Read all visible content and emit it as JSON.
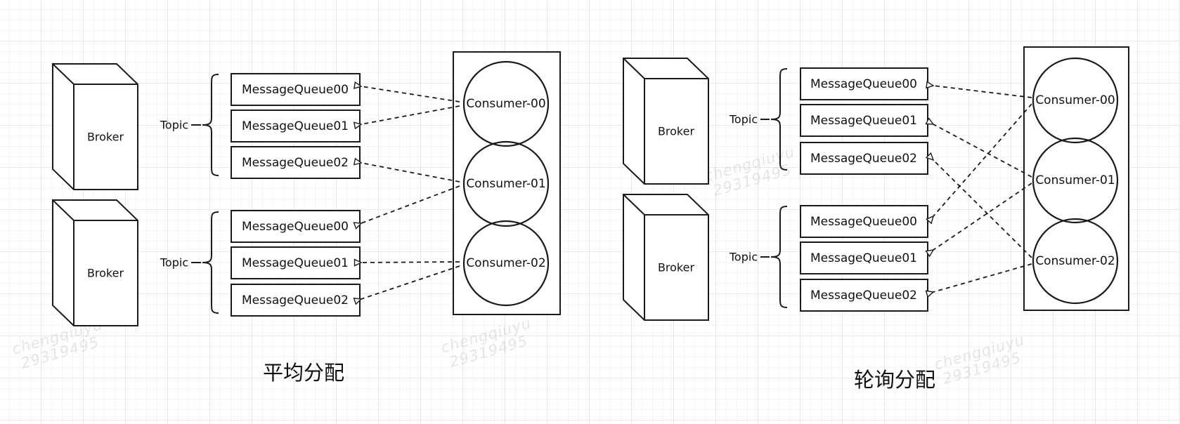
{
  "left_diagram": {
    "title": "平均分配",
    "brokers": [
      {
        "label": "Broker"
      },
      {
        "label": "Broker"
      }
    ],
    "topics": [
      {
        "label": "Topic",
        "queues": [
          "MessageQueue00",
          "MessageQueue01",
          "MessageQueue02"
        ]
      },
      {
        "label": "Topic",
        "queues": [
          "MessageQueue00",
          "MessageQueue01",
          "MessageQueue02"
        ]
      }
    ],
    "consumer_group": {
      "consumers": [
        "Consumer-00",
        "Consumer-01",
        "Consumer-02"
      ]
    },
    "connections": [
      {
        "consumer": "Consumer-00",
        "queues": [
          "topic0.MessageQueue00",
          "topic0.MessageQueue01"
        ]
      },
      {
        "consumer": "Consumer-01",
        "queues": [
          "topic0.MessageQueue02",
          "topic1.MessageQueue00"
        ]
      },
      {
        "consumer": "Consumer-02",
        "queues": [
          "topic1.MessageQueue01",
          "topic1.MessageQueue02"
        ]
      }
    ]
  },
  "right_diagram": {
    "title": "轮询分配",
    "brokers": [
      {
        "label": "Broker"
      },
      {
        "label": "Broker"
      }
    ],
    "topics": [
      {
        "label": "Topic",
        "queues": [
          "MessageQueue00",
          "MessageQueue01",
          "MessageQueue02"
        ]
      },
      {
        "label": "Topic",
        "queues": [
          "MessageQueue00",
          "MessageQueue01",
          "MessageQueue02"
        ]
      }
    ],
    "consumer_group": {
      "consumers": [
        "Consumer-00",
        "Consumer-01",
        "Consumer-02"
      ]
    },
    "connections": [
      {
        "consumer": "Consumer-00",
        "queues": [
          "topic0.MessageQueue00",
          "topic1.MessageQueue00"
        ]
      },
      {
        "consumer": "Consumer-01",
        "queues": [
          "topic0.MessageQueue01",
          "topic1.MessageQueue01"
        ]
      },
      {
        "consumer": "Consumer-02",
        "queues": [
          "topic0.MessageQueue02",
          "topic1.MessageQueue02"
        ]
      }
    ]
  },
  "watermark": {
    "line1": "chengqiuyu",
    "line2": "29319495"
  },
  "colors": {
    "stroke": "#1a1a1a",
    "background": "#ffffff",
    "grid_minor": "#f5f5f5",
    "grid_major": "#e7e7e7"
  }
}
